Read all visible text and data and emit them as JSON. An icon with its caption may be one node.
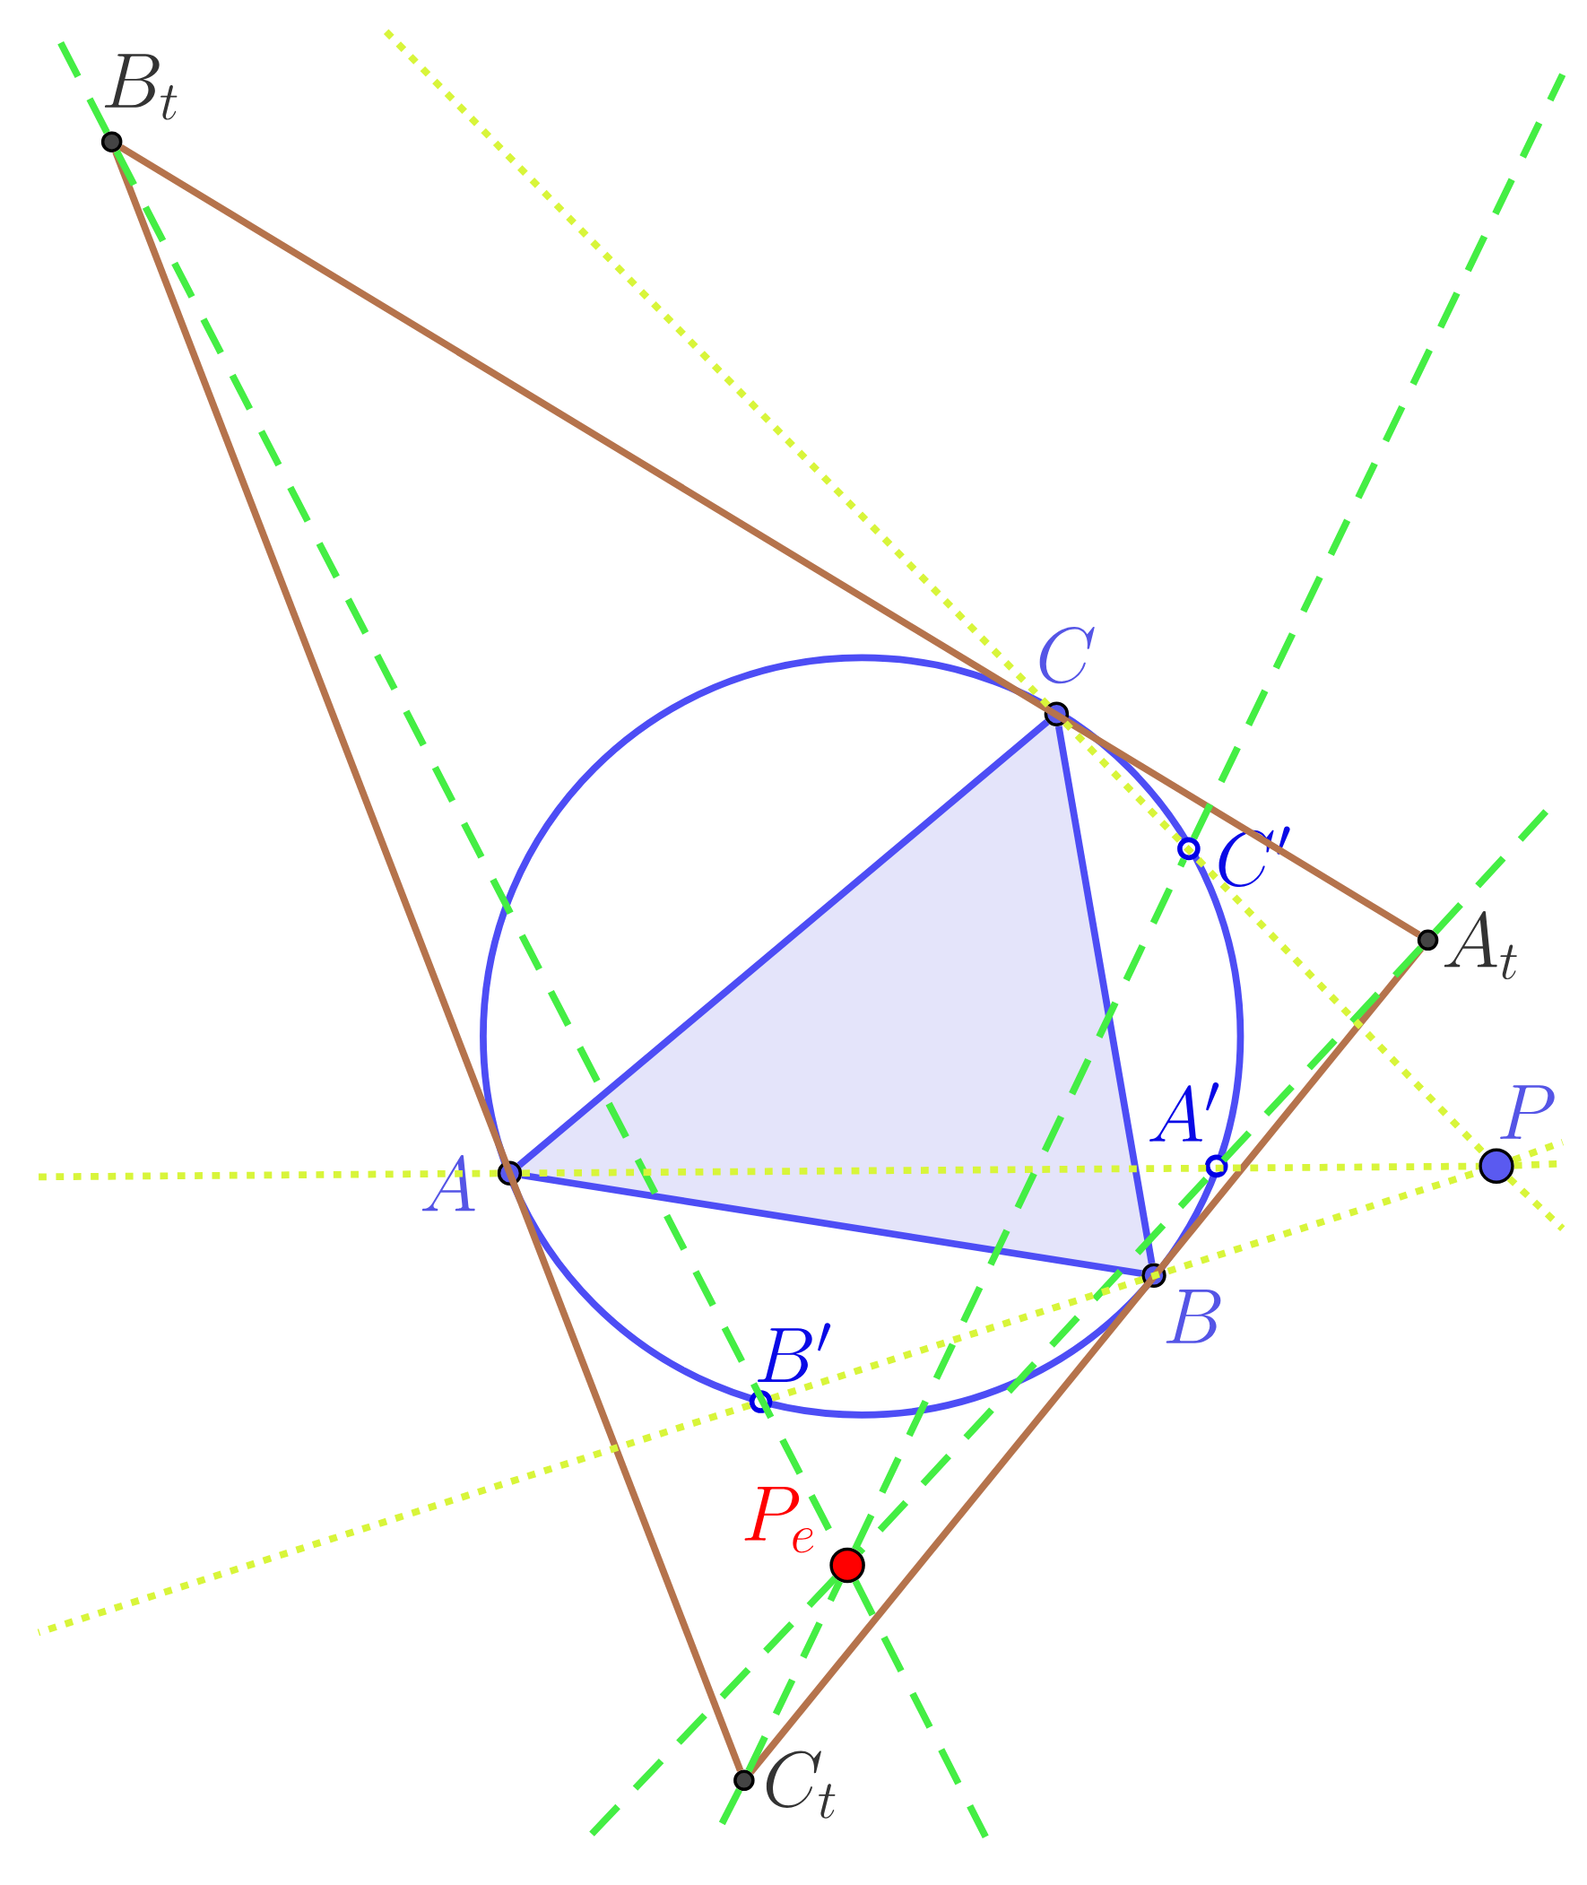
{
  "diagram": {
    "nodes": [
      {
        "text": [],
        "shape": "circle",
        "beside": [
          "B_t"
        ]
      },
      {
        "text": [],
        "shape": "circle",
        "beside": [
          "C"
        ]
      },
      {
        "text": [],
        "shape": "circle",
        "beside": [
          "C'"
        ]
      },
      {
        "text": [],
        "shape": "circle",
        "beside": [
          "A_t"
        ]
      },
      {
        "text": [],
        "shape": "circle",
        "beside": [
          "A'"
        ]
      },
      {
        "text": [],
        "shape": "circle",
        "beside": [
          "P"
        ]
      },
      {
        "text": [],
        "shape": "circle",
        "beside": [
          "A"
        ]
      },
      {
        "text": [],
        "shape": "circle",
        "beside": [
          "B"
        ]
      },
      {
        "text": [],
        "shape": "circle",
        "beside": [
          "B'"
        ]
      },
      {
        "text": [],
        "shape": "circle",
        "beside": [
          "P_e"
        ]
      },
      {
        "text": [],
        "shape": "circle",
        "beside": [
          "C_t"
        ]
      }
    ],
    "edges": [
      {
        "from": 6,
        "to": 7,
        "arrow": "none",
        "color": "#4d4df5"
      },
      {
        "from": 7,
        "to": 1,
        "arrow": "none",
        "color": "#4d4df5"
      },
      {
        "from": 1,
        "to": 6,
        "arrow": "none",
        "color": "#4d4df5"
      },
      {
        "from": 0,
        "to": 3,
        "arrow": "none",
        "color": "#b5734c"
      },
      {
        "from": 0,
        "to": 10,
        "arrow": "none",
        "color": "#b5734c"
      },
      {
        "from": 10,
        "to": 3,
        "arrow": "none",
        "color": "#b5734c"
      },
      {
        "from": 0,
        "to": 9,
        "arrow": "none",
        "style": "dashed",
        "color": "#44ee44"
      },
      {
        "from": 10,
        "to": 9,
        "arrow": "none",
        "style": "dashed",
        "color": "#44ee44"
      },
      {
        "from": 3,
        "to": 9,
        "arrow": "none",
        "style": "dashed",
        "color": "#44ee44"
      },
      {
        "from": 6,
        "to": 5,
        "arrow": "none",
        "style": "dashed",
        "color": "#d8f53a"
      },
      {
        "from": 8,
        "to": 5,
        "arrow": "none",
        "style": "dashed",
        "color": "#d8f53a"
      },
      {
        "from": 1,
        "to": 5,
        "arrow": "none",
        "style": "dashed",
        "color": "#d8f53a"
      },
      {
        "from": 9,
        "to": 2,
        "arrow": "none",
        "style": "dashed",
        "color": "#44ee44"
      },
      {
        "from": 0,
        "to": null,
        "arrow": "none",
        "style": "dashed",
        "color": "#44ee44"
      },
      {
        "from": 9,
        "to": null,
        "arrow": "none",
        "style": "dashed",
        "color": "#44ee44"
      },
      {
        "from": 10,
        "to": null,
        "arrow": "none",
        "style": "dashed",
        "color": "#44ee44"
      },
      {
        "from": 2,
        "to": null,
        "arrow": "none",
        "style": "dashed",
        "color": "#44ee44"
      },
      {
        "from": 3,
        "to": null,
        "arrow": "none",
        "style": "dashed",
        "color": "#44ee44"
      },
      {
        "from": 9,
        "to": null,
        "arrow": "none",
        "style": "dashed",
        "color": "#44ee44"
      },
      {
        "from": 6,
        "to": null,
        "arrow": "none",
        "style": "dashed",
        "color": "#d8f53a"
      },
      {
        "from": 5,
        "to": null,
        "arrow": "none",
        "style": "dashed",
        "color": "#d8f53a"
      },
      {
        "from": 8,
        "to": null,
        "arrow": "none",
        "style": "dashed",
        "color": "#d8f53a"
      },
      {
        "from": 5,
        "to": null,
        "arrow": "none",
        "style": "dashed",
        "color": "#d8f53a"
      },
      {
        "from": 1,
        "to": null,
        "arrow": "none",
        "style": "dashed",
        "color": "#d8f53a"
      },
      {
        "from": 5,
        "to": null,
        "arrow": "none",
        "style": "dashed",
        "color": "#d8f53a"
      }
    ]
  }
}
